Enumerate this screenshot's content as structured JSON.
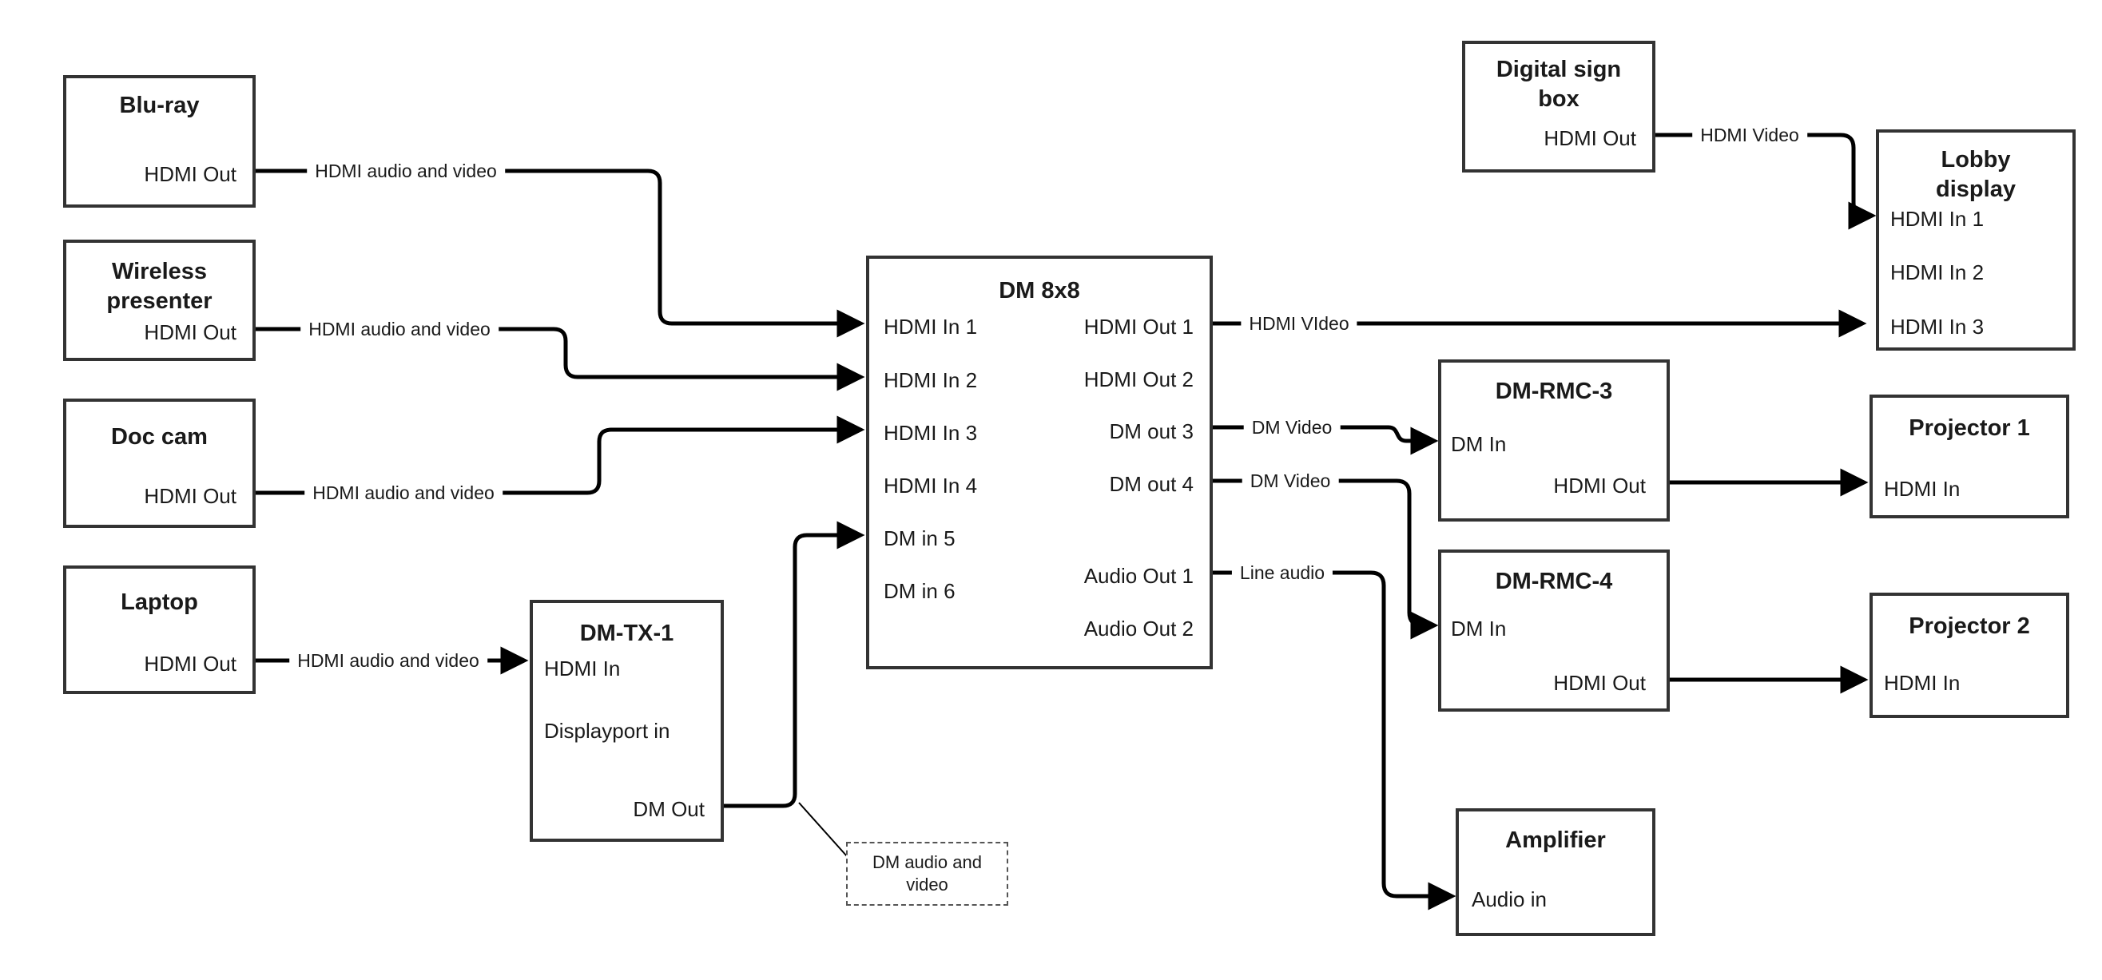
{
  "diagram": {
    "nodes": {
      "bluray": {
        "title": "Blu-ray",
        "port_out": "HDMI Out"
      },
      "wireless_presenter": {
        "title": "Wireless presenter",
        "port_out": "HDMI Out"
      },
      "doc_cam": {
        "title": "Doc cam",
        "port_out": "HDMI Out"
      },
      "laptop": {
        "title": "Laptop",
        "port_out": "HDMI Out"
      },
      "dm_tx_1": {
        "title": "DM-TX-1",
        "port_hdmi_in": "HDMI In",
        "port_displayport_in": "Displayport in",
        "port_dm_out": "DM Out"
      },
      "dm_8x8": {
        "title": "DM 8x8",
        "inputs": [
          "HDMI In 1",
          "HDMI In 2",
          "HDMI In 3",
          "HDMI In 4",
          "DM in 5",
          "DM in 6"
        ],
        "outputs": [
          "HDMI Out 1",
          "HDMI Out 2",
          "DM out 3",
          "DM out 4",
          "Audio Out 1",
          "Audio Out 2"
        ]
      },
      "digital_sign_box": {
        "title": "Digital sign box",
        "port_out": "HDMI Out"
      },
      "lobby_display": {
        "title": "Lobby display",
        "inputs": [
          "HDMI In 1",
          "HDMI In 2",
          "HDMI In 3"
        ]
      },
      "dm_rmc_3": {
        "title": "DM-RMC-3",
        "port_dm_in": "DM In",
        "port_hdmi_out": "HDMI Out"
      },
      "projector_1": {
        "title": "Projector 1",
        "port_hdmi_in": "HDMI In"
      },
      "dm_rmc_4": {
        "title": "DM-RMC-4",
        "port_dm_in": "DM In",
        "port_hdmi_out": "HDMI Out"
      },
      "projector_2": {
        "title": "Projector 2",
        "port_hdmi_in": "HDMI In"
      },
      "amplifier": {
        "title": "Amplifier",
        "port_audio_in": "Audio in"
      }
    },
    "wire_labels": {
      "bluray_to_dm8x8": "HDMI audio and video",
      "wireless_to_dm8x8": "HDMI audio and video",
      "doc_cam_to_dm8x8": "HDMI audio and video",
      "laptop_to_dm_tx_1": "HDMI audio and video",
      "hdmi_out_1_to_lobby": "HDMI VIdeo",
      "digital_sign_to_lobby": "HDMI Video",
      "dm_out_3_to_rmc3": "DM Video",
      "dm_out_4_to_rmc4": "DM Video",
      "audio_out_1_to_amp": "Line audio"
    },
    "annotations": {
      "dm_audio_video_note": "DM audio and video"
    },
    "colors": {
      "wire": "#000000",
      "box_border": "#333333",
      "text": "#1a1a1a",
      "background": "#ffffff"
    }
  }
}
